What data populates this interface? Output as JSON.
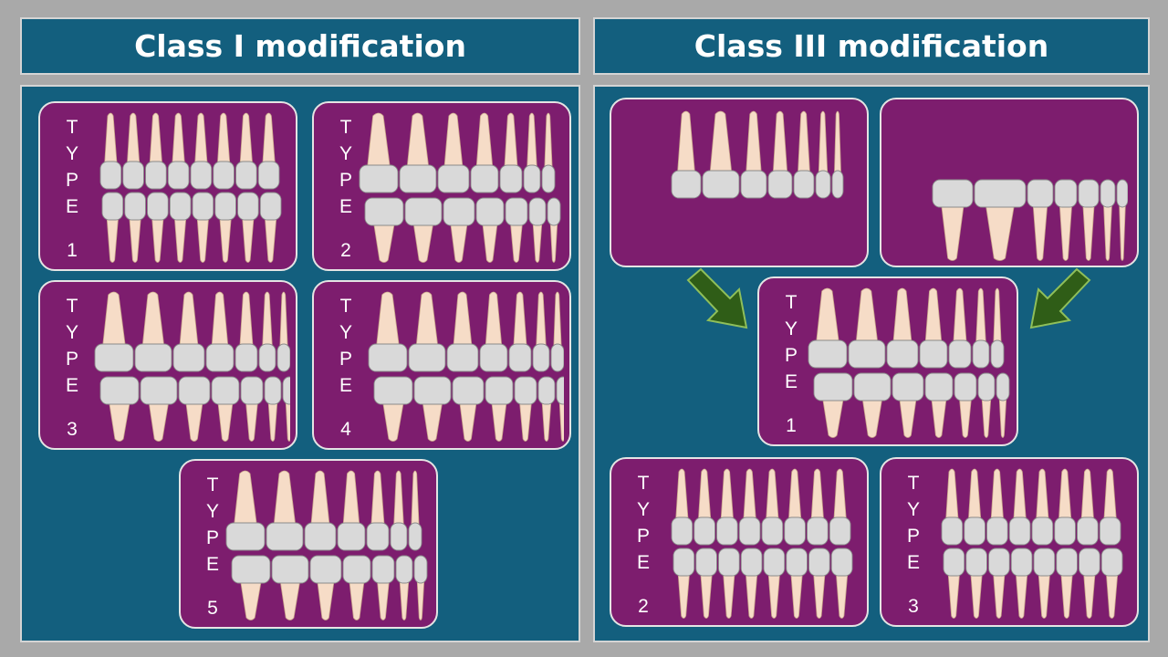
{
  "headers": {
    "left": "Class I modification",
    "right": "Class III modification"
  },
  "type_word": "TYPE",
  "class1": {
    "types": [
      "1",
      "2",
      "3",
      "4",
      "5"
    ]
  },
  "class3": {
    "types": [
      "1",
      "2",
      "3"
    ]
  },
  "colors": {
    "background": "#a9a9a9",
    "panel": "#135f7e",
    "card": "#7d1d6e",
    "crown": "#d9d9d9",
    "root": "#f6dcc7",
    "arrow": "#2f5d17"
  },
  "icons": [
    "arrow-down-right-icon",
    "arrow-down-left-icon"
  ]
}
